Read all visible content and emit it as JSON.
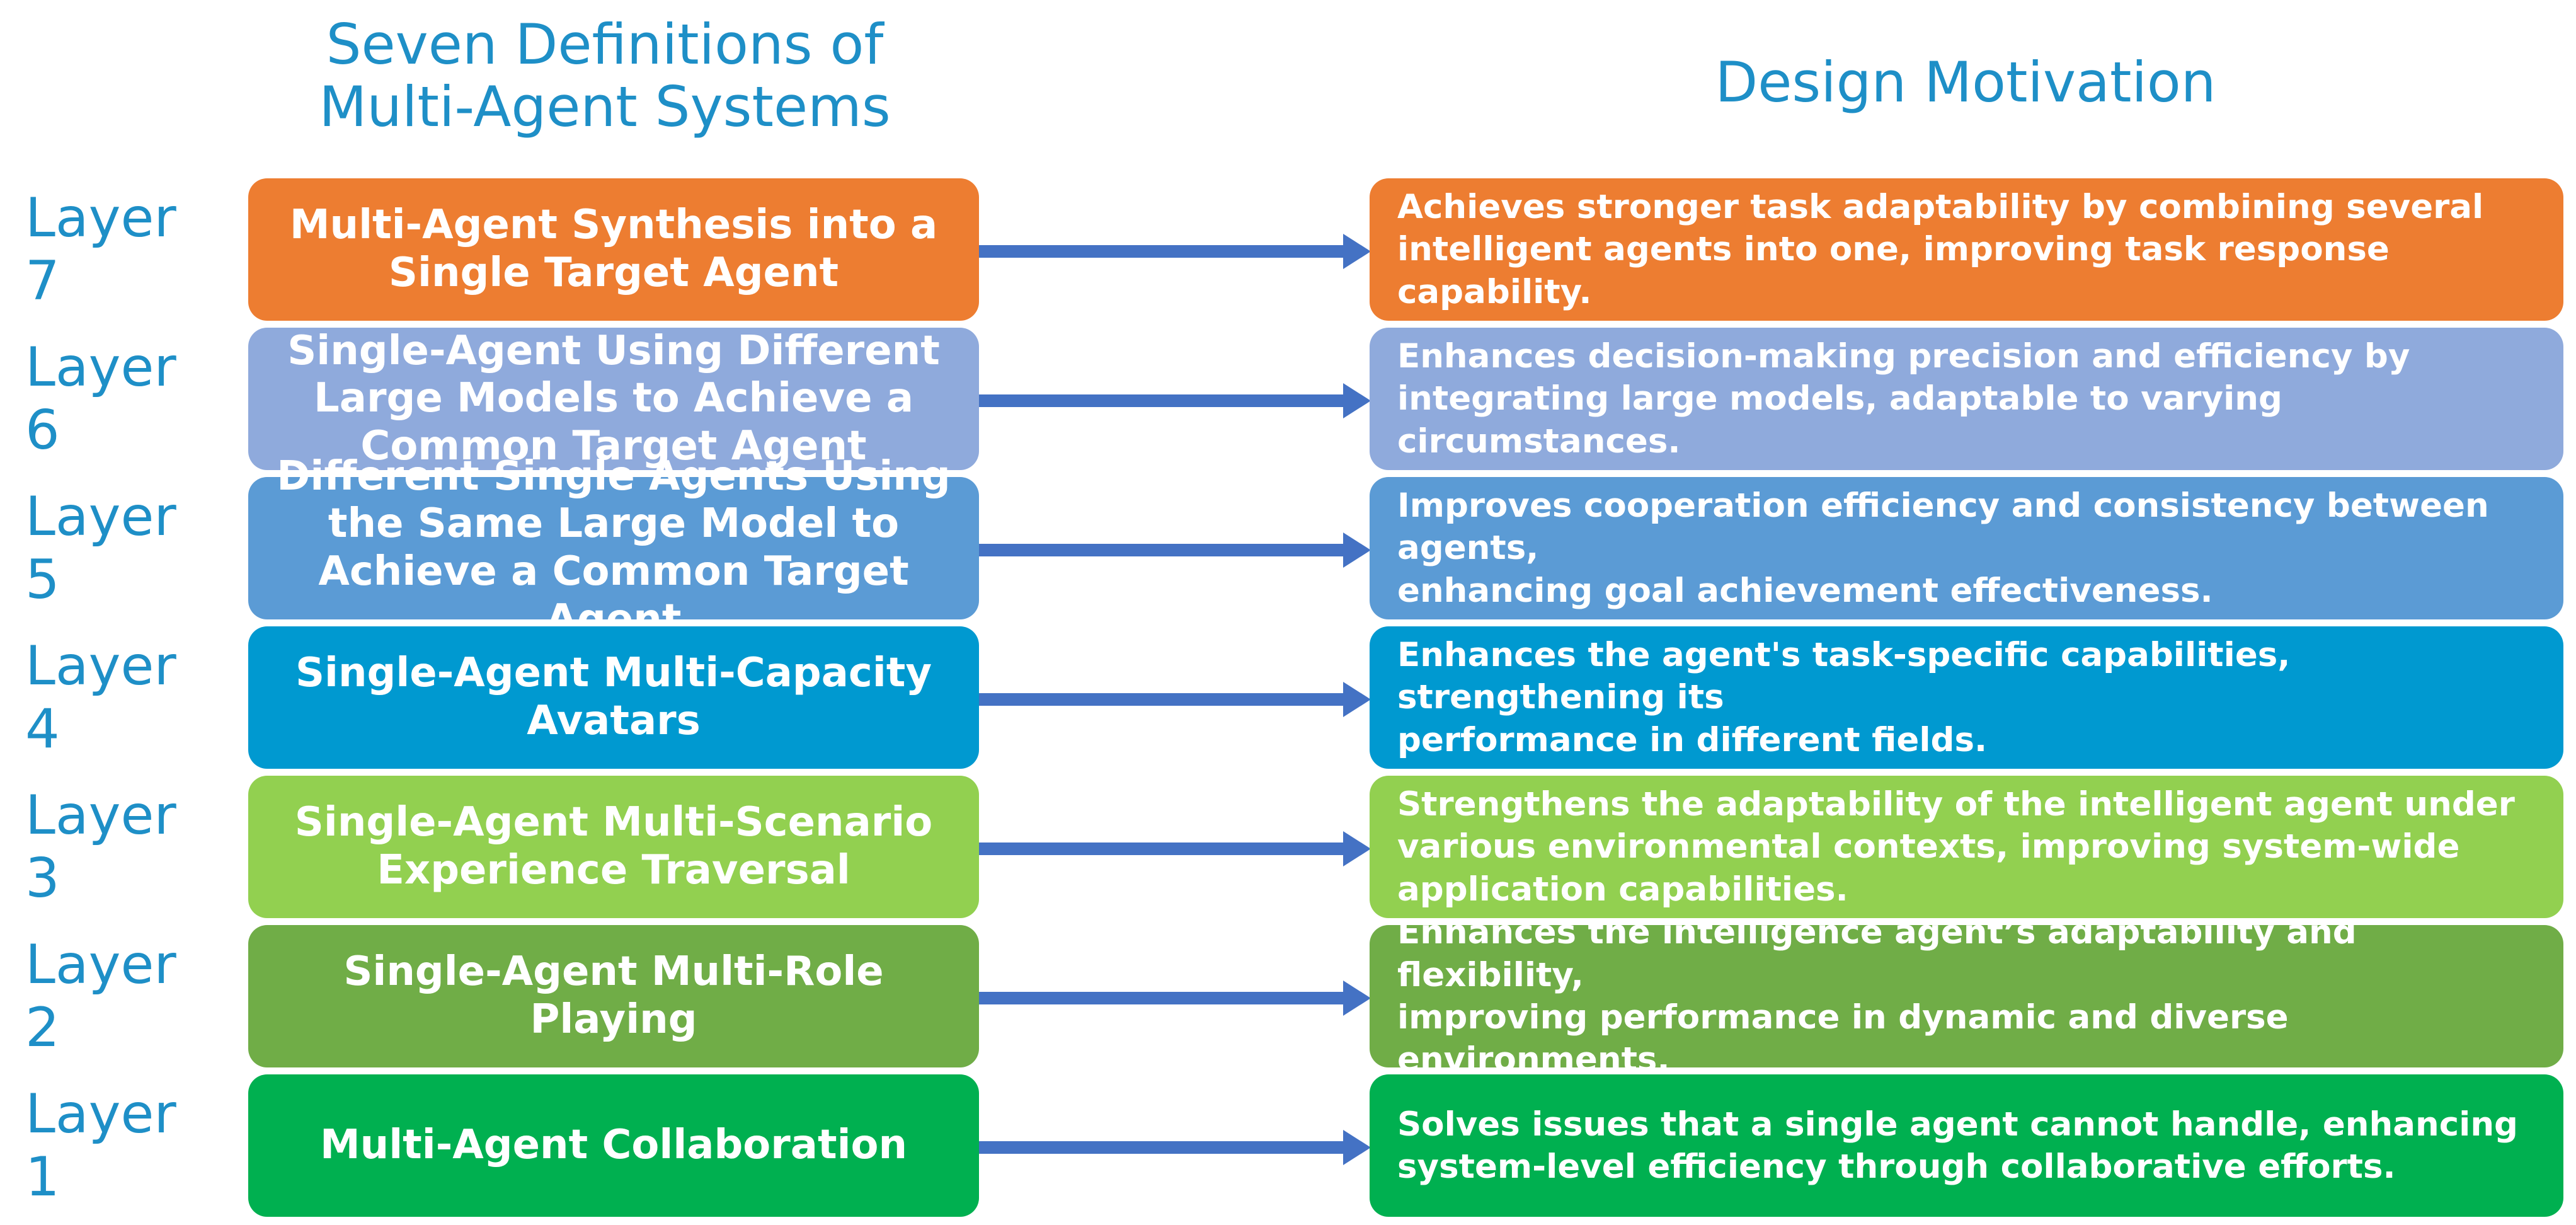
{
  "headers": {
    "left": "Seven Definitions of\nMulti-Agent Systems",
    "right": "Design Motivation"
  },
  "layers": [
    {
      "label": "Layer 7",
      "definition": "Multi-Agent Synthesis into a\nSingle Target Agent",
      "motivation": "Achieves stronger task adaptability by combining several\nintelligent agents into one, improving task response capability.",
      "color": "#ed7d31"
    },
    {
      "label": "Layer 6",
      "definition": "Single-Agent Using Different\nLarge Models to Achieve a\nCommon Target Agent",
      "motivation": "Enhances decision-making precision and efficiency by\nintegrating large models, adaptable to varying circumstances.",
      "color": "#8faadc"
    },
    {
      "label": "Layer 5",
      "definition": "Different Single Agents Using\nthe Same Large Model to\nAchieve a Common Target Agent",
      "motivation": "Improves cooperation efficiency and consistency between agents,\nenhancing goal achievement effectiveness.",
      "color": "#5b9bd5"
    },
    {
      "label": "Layer 4",
      "definition": "Single-Agent Multi-Capacity\nAvatars",
      "motivation": "Enhances the agent's task-specific capabilities, strengthening its\nperformance in different fields.",
      "color": "#0099d0"
    },
    {
      "label": "Layer 3",
      "definition": "Single-Agent Multi-Scenario\nExperience Traversal",
      "motivation": "Strengthens the adaptability of the intelligent agent under\nvarious environmental contexts, improving system-wide\napplication capabilities.",
      "color": "#92d050"
    },
    {
      "label": "Layer 2",
      "definition": "Single-Agent Multi-Role Playing",
      "motivation": "Enhances the intelligence agent’s adaptability and flexibility,\nimproving performance in dynamic and diverse environments.",
      "color": "#70ad47"
    },
    {
      "label": "Layer 1",
      "definition": "Multi-Agent Collaboration",
      "motivation": "Solves issues that a single agent cannot handle, enhancing\nsystem-level efficiency through collaborative efforts.",
      "color": "#00b050"
    }
  ],
  "arrow_color": "#4472c4"
}
